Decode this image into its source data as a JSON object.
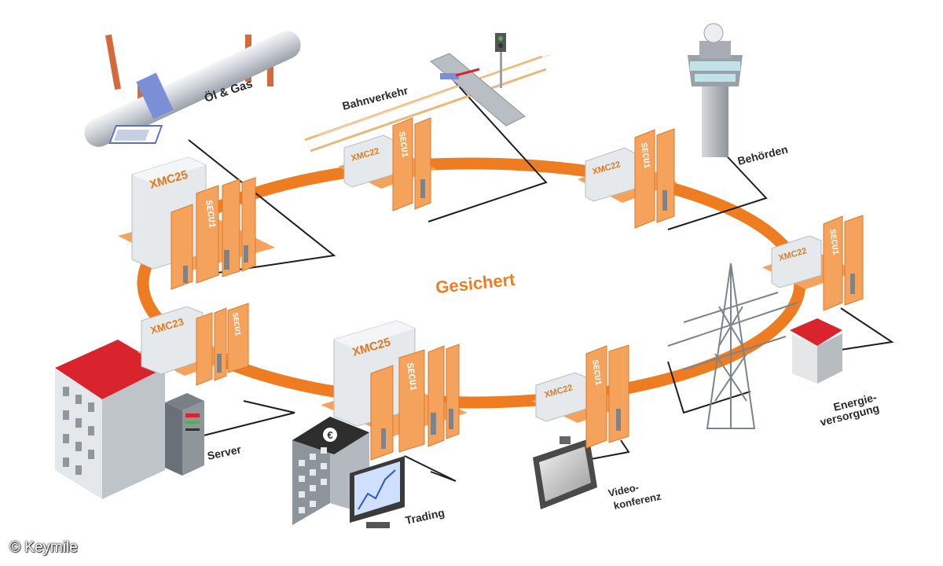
{
  "diagram": {
    "center_label": "Gesichert",
    "device_labels": {
      "xmc25": "XMC25",
      "xmc23": "XMC23",
      "xmc22": "XMC22",
      "xmc22b": "XMC22",
      "card": "SECU1"
    },
    "endpoints": {
      "oel_gas": "Öl & Gas",
      "bahnverkehr": "Bahnverkehr",
      "behoerden": "Behörden",
      "energie_1": "Energie-",
      "energie_2": "versorgung",
      "video_1": "Video-",
      "video_2": "konferenz",
      "trading": "Trading",
      "server": "Server"
    },
    "colors": {
      "ring": "#ee7d22",
      "card": "#f5a25d",
      "card_dark": "#e07a1f",
      "roof": "#d9232d",
      "chassis": "#e6e9ec"
    },
    "copyright": "© Keymile"
  }
}
